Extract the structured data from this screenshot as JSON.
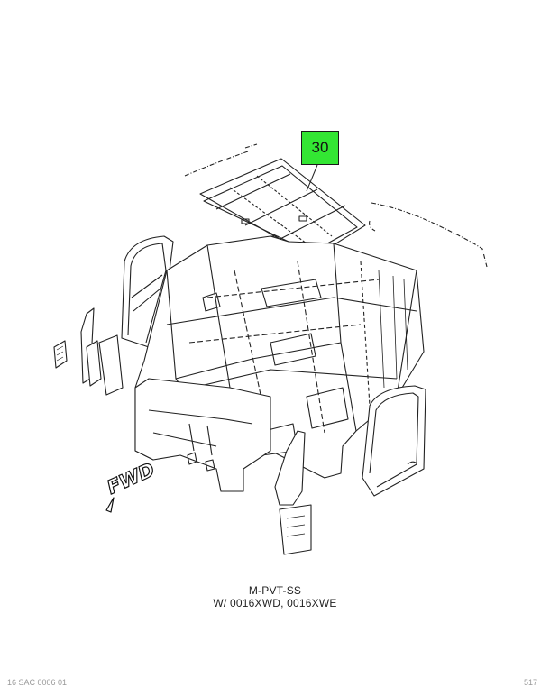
{
  "callout": {
    "label": "30",
    "color": "#33e633"
  },
  "caption": {
    "line1": "M-PVT-SS",
    "line2": "W/ 0016XWD, 0016XWE"
  },
  "fwd_label": "FWD",
  "footer": {
    "left": "16 SAC 0006 01",
    "right": "517"
  }
}
